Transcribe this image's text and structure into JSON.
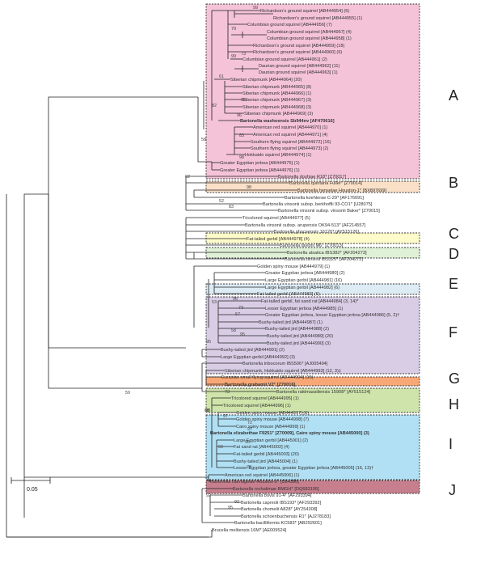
{
  "figure": {
    "scale_label": "0.05",
    "groups": [
      {
        "letter": "A",
        "color": "#f5c3d8"
      },
      {
        "letter": "B",
        "color": "#fbe0c8"
      },
      {
        "letter": "C",
        "color": "#fdfbc9"
      },
      {
        "letter": "D",
        "color": "#dff1d6"
      },
      {
        "letter": "E",
        "color": "#dcebf4"
      },
      {
        "letter": "F",
        "color": "#d9cde6"
      },
      {
        "letter": "G",
        "color": "#f8a877"
      },
      {
        "letter": "H",
        "color": "#cfe4aa"
      },
      {
        "letter": "I",
        "color": "#b1e0f4"
      },
      {
        "letter": "J",
        "color": "#c77f8e"
      }
    ],
    "taxa": [
      {
        "text": "Richardson's ground squirrel [AB444954] (6)"
      },
      {
        "text": "Richardson's ground squirrel [AB444955] (1)"
      },
      {
        "text": "Columbian ground squirrel [AB444956] (7)"
      },
      {
        "text": "Columbian ground squirrel [AB444957] (4)"
      },
      {
        "text": "Columbian ground squirrel [AB444958] (1)"
      },
      {
        "text": "Richardson's ground squirrel [AB444959] (18)"
      },
      {
        "text": "Richardson's ground squirrel [AB444960] (9)"
      },
      {
        "text": "Columbian ground squirrel [AB444961] (2)"
      },
      {
        "text": "Daurian ground squirrel [AB444962] (11)"
      },
      {
        "text": "Daurian ground squirrel [AB444963] (1)"
      },
      {
        "text": "Siberian chipmunk [AB444964] (20)"
      },
      {
        "text": "Siberian chipmunk [AB444965] (8)"
      },
      {
        "text": "Siberian chipmunk [AB444966] (1)"
      },
      {
        "text": "Siberian chipmunk [AB444967] (3)"
      },
      {
        "text": "Siberian chipmunk [AB444968] (3)"
      },
      {
        "text": "Siberian chipmunk [AB444969] (3)"
      },
      {
        "text": "Bartonella washoensis Sb944nv [AF470616]",
        "bold": true
      },
      {
        "text": "American red squirrel [AB444970] (1)"
      },
      {
        "text": "American red squirrel [AB444971] (4)"
      },
      {
        "text": "Southern flying squirrel [AB444972] (16)"
      },
      {
        "text": "Southern flying squirrel [AB444973] (2)"
      },
      {
        "text": "Hokkaido squirrel [AB444974] (1)"
      },
      {
        "text": "Greater Egyptian jerboa [AB444975] (1)"
      },
      {
        "text": "Greater Egyptian jerboa [AB444976] (1)"
      },
      {
        "text": "Bartonella doshiae R18ᵀ [Z70017]"
      },
      {
        "text": "Bartonella quintana Fullerᵀ [Z70014]"
      },
      {
        "text": "Bartonella henselae Houston-1ᵀ [BX897699]"
      },
      {
        "text": "Bartonella koehlerae C-29ᵀ [AF176091]"
      },
      {
        "text": "Bartonella vinsonii subsp. berkhoffii 93-CO1ᵀ [U28075]"
      },
      {
        "text": "Bartonella vinsonii subsp. vinsonii Bakerᵀ [Z70015]"
      },
      {
        "text": "Tricolored squirrel [AB444977] (5)"
      },
      {
        "text": "Bartonella vinsonii subsp. arupensis OK94-513ᵀ [AF214557]"
      },
      {
        "text": "Bartonella phoceensis 16120ᵀ [AY515126]"
      },
      {
        "text": "Fat-tailed gerbil [AB444978] (4)"
      },
      {
        "text": "Bartonella taylorii M6ᵀ [Z70013]"
      },
      {
        "text": "Bartonella alsatica IBS382ᵀ [AF204273]"
      },
      {
        "text": "Bartonella birtlesii IBS325ᵀ [AF204272]"
      },
      {
        "text": "Golden spiny mouse [AB444979] (1)"
      },
      {
        "text": "Greater Egyptian jerboa [AB444980] (2)"
      },
      {
        "text": "Large Egyptian gerbil [AB444981] (16)"
      },
      {
        "text": "Large Egyptian gerbil [AB444982] (6)"
      },
      {
        "text": "Fat-tailed gerbil [AB444983] (6)"
      },
      {
        "text": "Fat-tailed gerbil, fat sand rat [AB444984] (3, 14)*"
      },
      {
        "text": "Lesser Egyptian jerboa [AB444985] (1)"
      },
      {
        "text": "Greater Egyptian jerboa, lesser Egyptian jerboa [AB444986] (5, 2)†"
      },
      {
        "text": "Bushy-tailed jird [AB444987] (1)"
      },
      {
        "text": "Bushy-tailed jird [AB444988] (2)"
      },
      {
        "text": "Bushy-tailed jird [AB444989] (20)"
      },
      {
        "text": "Bushy-tailed jird [AB444990] (3)"
      },
      {
        "text": "Bushy-tailed jird [AB444991] (2)"
      },
      {
        "text": "Large Egyptian gerbil [AB444992] (3)"
      },
      {
        "text": "Bartonella tribocorum IBS506ᵀ [AJ005494]"
      },
      {
        "text": "Siberian chipmunk, Hokkaido squirrel [AB444993] (12, 3)‡"
      },
      {
        "text": "Eurasian small flying squirrel [AB444994] (15)"
      },
      {
        "text": "Bartonella grahamii V2ᵀ [Z70016]",
        "bold": true
      },
      {
        "text": "Bartonella rattimassiliensis 15908ᵀ [AY515124]"
      },
      {
        "text": "Tricolored squirrel [AB444995] (1)"
      },
      {
        "text": "Tricolored squirrel [AB444996] (1)"
      },
      {
        "text": "Golden spiny mouse [AB444997] (6)"
      },
      {
        "text": "Golden spiny mouse [AB444998] (7)"
      },
      {
        "text": "Cairo spiny mouse [AB444999] (1)"
      },
      {
        "text": "Bartonella elizabethae F9251ᵀ [Z70009], Cairo spiny mouse [AB445000] (3)",
        "bold": true
      },
      {
        "text": "Large Egyptian gerbil [AB445001] (2)"
      },
      {
        "text": "Fat sand rat [AB445002] (4)"
      },
      {
        "text": "Fat-tailed gerbil [AB445003] (20)"
      },
      {
        "text": "Bushy-tailed jird [AB445004] (1)"
      },
      {
        "text": "Lesser Egyptian jerboa, greater Egyptian jerboa [AB445005] (16, 13)†"
      },
      {
        "text": "American red squirrel [AB445006] (1)"
      },
      {
        "text": "Bartonella clarridgeiae Houston-2ᵀ [U84386]"
      },
      {
        "text": "Bartonella rochalimae BMGHᵀ [DQ683195]"
      },
      {
        "text": "Bartonella bovis 91-4ᵀ [AF293394]"
      },
      {
        "text": "Bartonella capreoli IBS193ᵀ [AF293392]"
      },
      {
        "text": "Bartonella chomelii A828ᵀ [AY254308]"
      },
      {
        "text": "Bartonella schoenbuchensis R1ᵀ [AJ278183]"
      },
      {
        "text": "Bartonella bacilliformis KC583ᵀ [AB292601]"
      },
      {
        "text": "Brucella melitensis 16Mᵀ [AE009524]"
      }
    ],
    "bootstrap": [
      "99",
      "79",
      "73",
      "99",
      "61",
      "98",
      "96",
      "82",
      "83",
      "98",
      "58",
      "98",
      "62",
      "83",
      "52",
      "95",
      "88",
      "92",
      "53",
      "96",
      "73",
      "58",
      "57",
      "95",
      "98",
      "73",
      "59",
      "97",
      "72",
      "97",
      "90",
      "66",
      "78",
      "92",
      "95"
    ]
  }
}
